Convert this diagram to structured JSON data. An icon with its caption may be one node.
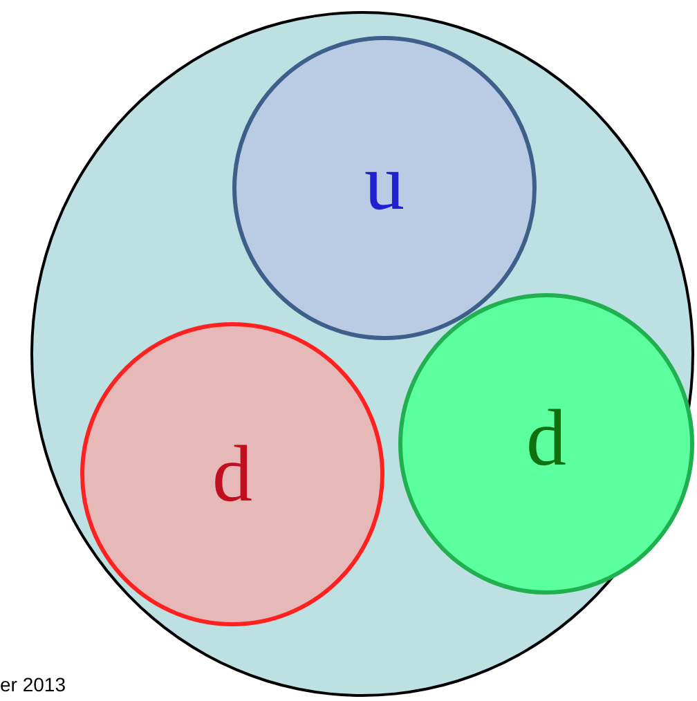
{
  "diagram": {
    "nodes": [
      {
        "text": [],
        "shape": "circle"
      },
      {
        "text": [
          "u"
        ],
        "in": 0
      },
      {
        "text": [
          "d"
        ],
        "in": 0
      },
      {
        "text": [
          "d"
        ],
        "in": 0
      }
    ],
    "edges": [],
    "labels": [
      "er 2013"
    ]
  }
}
